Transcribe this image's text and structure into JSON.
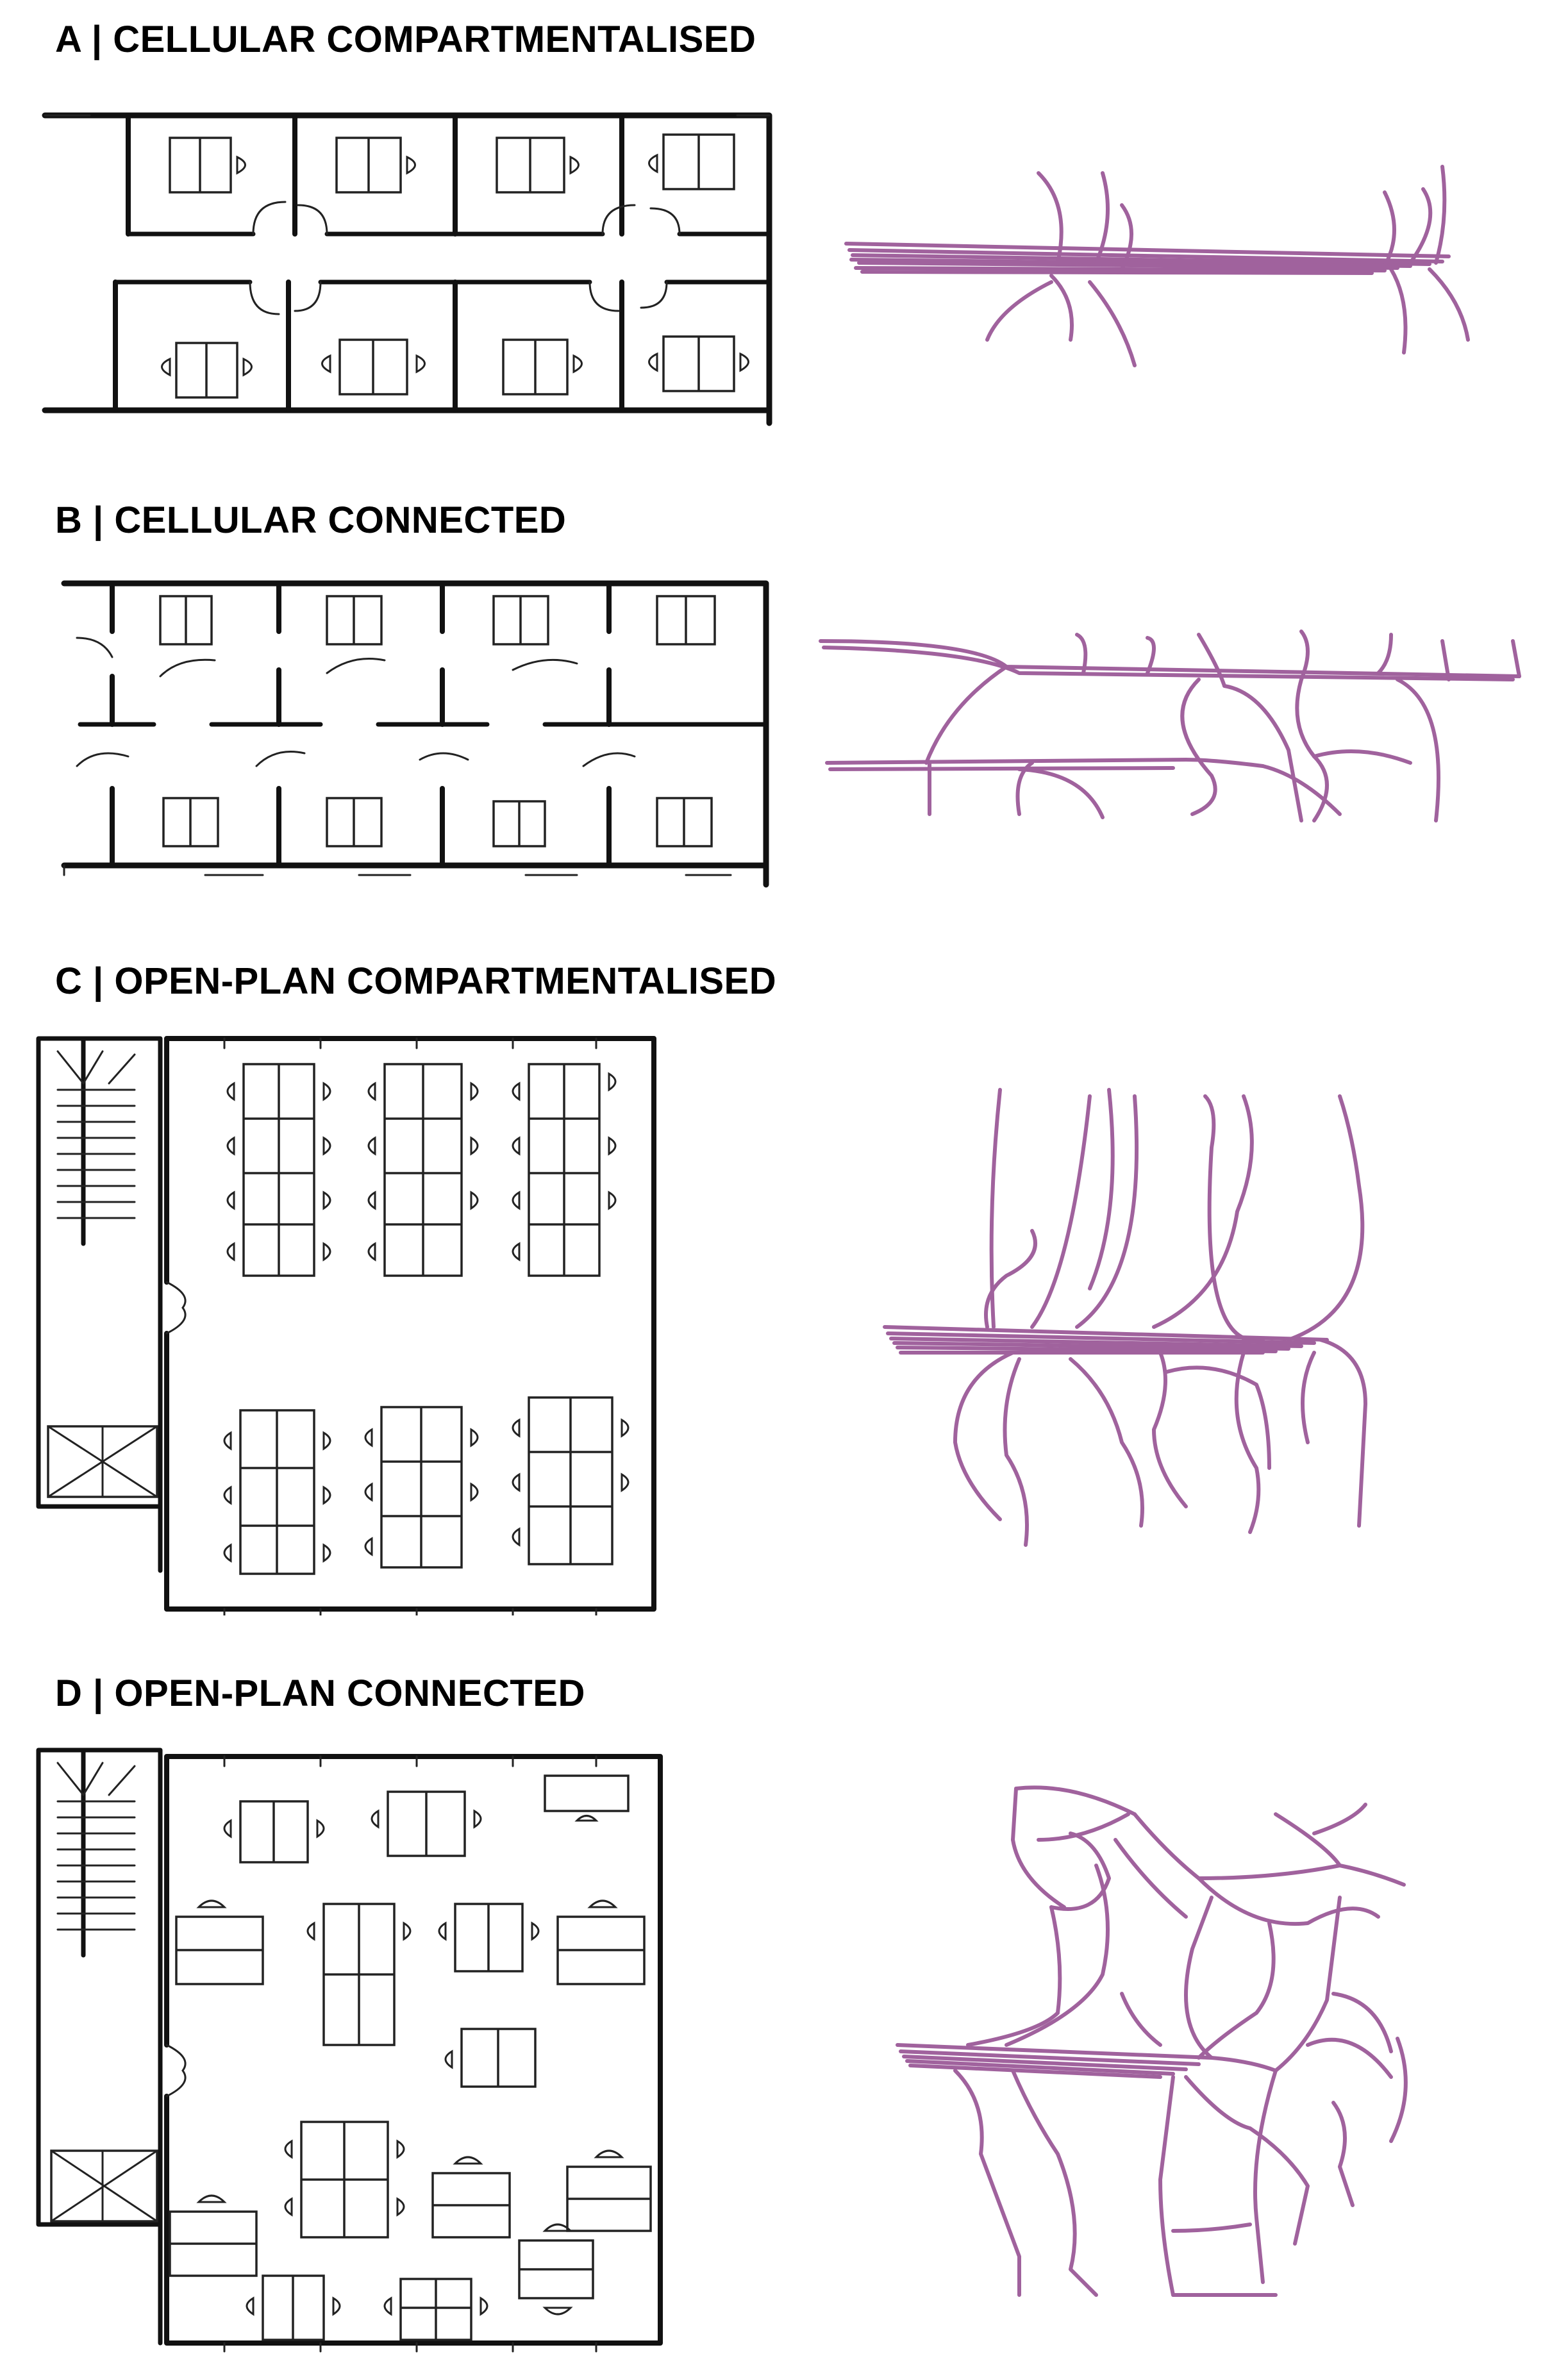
{
  "panels": [
    {
      "id": "A",
      "title": "A | CELLULAR COMPARTMENTALISED"
    },
    {
      "id": "B",
      "title": "B | CELLULAR CONNECTED"
    },
    {
      "id": "C",
      "title": "C | OPEN-PLAN COMPARTMENTALISED"
    },
    {
      "id": "D",
      "title": "D | OPEN-PLAN CONNECTED"
    }
  ],
  "colors": {
    "ink": "#111111",
    "route": "#9b5a98"
  }
}
